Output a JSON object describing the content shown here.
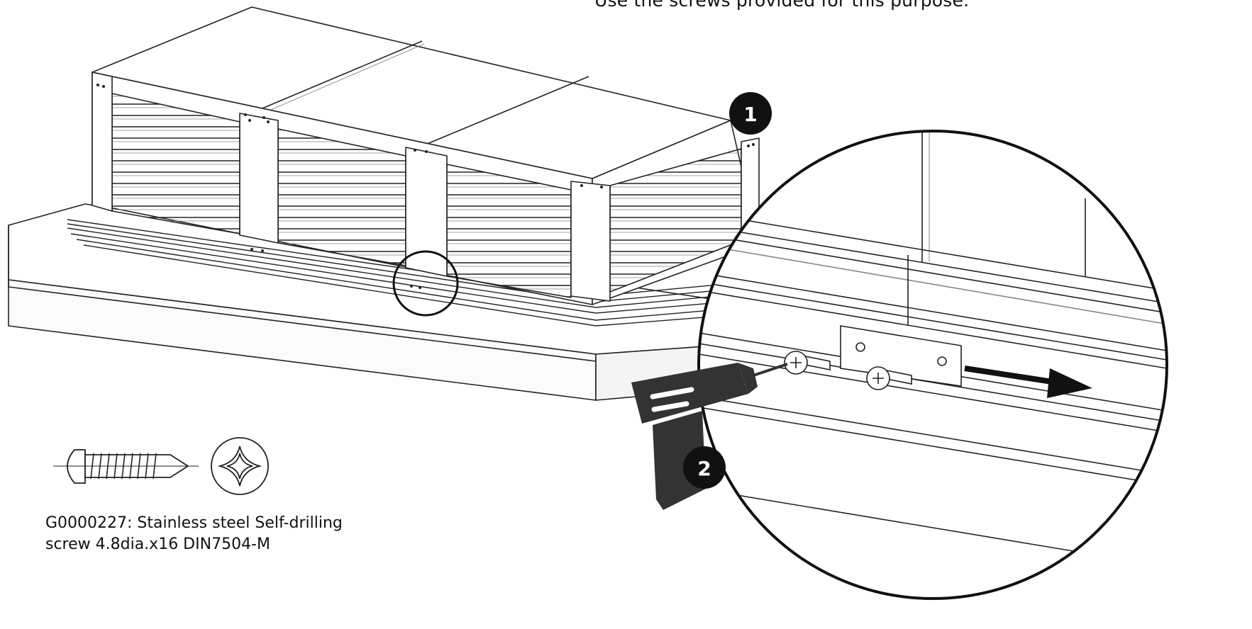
{
  "instruction": {
    "text": "Use the screws provided for this purpose."
  },
  "callouts": [
    {
      "number": "1"
    },
    {
      "number": "2"
    }
  ],
  "screw_caption": {
    "line1": "G0000227: Stainless steel Self-drilling",
    "line2": "screw 4.8dia.x16 DIN7504-M"
  },
  "icons": {
    "drill": "drill-icon",
    "screw_side": "self-drilling-screw-icon",
    "screw_head": "phillips-head-icon",
    "arrow": "arrow-right-icon"
  },
  "colors": {
    "line": "#1a1a1a",
    "callout_fill": "#111111",
    "callout_text": "#ffffff",
    "drill_fill": "#333333",
    "background": "#ffffff"
  }
}
